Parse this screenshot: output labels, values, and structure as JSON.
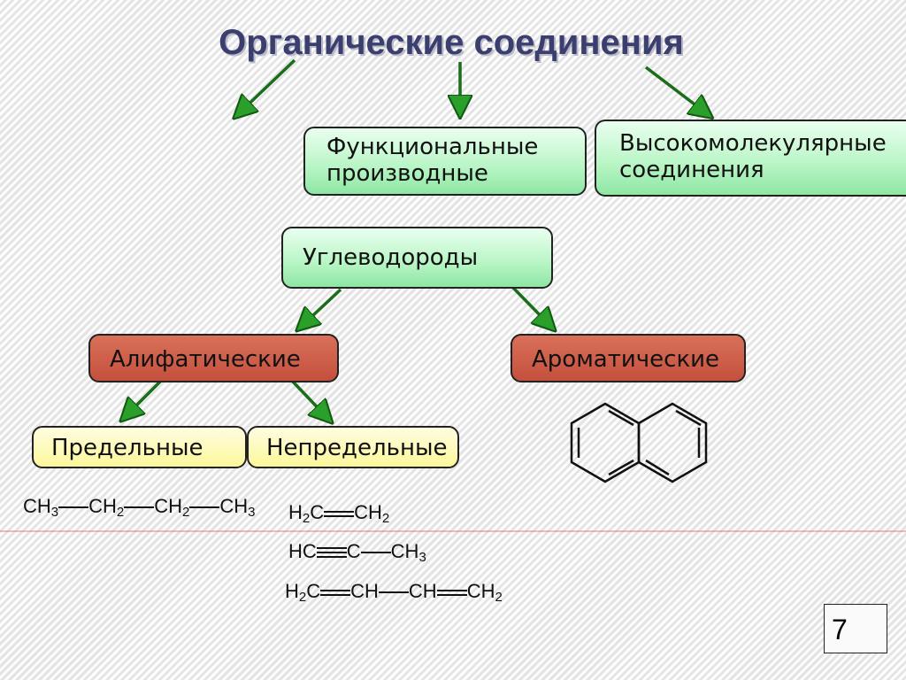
{
  "slide": {
    "title": "Органические соединения",
    "nodes": {
      "functional_line1": "Функциональные",
      "functional_line2": "производные",
      "macro_line1": "Высокомолекулярные",
      "macro_line2": "соединения",
      "hydrocarbons": "Углеводороды",
      "aliphatic": "Алифатические",
      "aromatic": "Ароматические",
      "saturated": "Предельные",
      "unsaturated": "Непредельные"
    },
    "formulas": {
      "butane": [
        {
          "t": "CH"
        },
        {
          "sub": "3"
        },
        {
          "bond": 1
        },
        {
          "t": "CH"
        },
        {
          "sub": "2"
        },
        {
          "bond": 1
        },
        {
          "t": "CH"
        },
        {
          "sub": "2"
        },
        {
          "bond": 1
        },
        {
          "t": "CH"
        },
        {
          "sub": "3"
        }
      ],
      "ethene": [
        {
          "t": "H"
        },
        {
          "sub": "2"
        },
        {
          "t": "C"
        },
        {
          "bond": 2
        },
        {
          "t": "CH"
        },
        {
          "sub": "2"
        }
      ],
      "propyne": [
        {
          "t": "HC"
        },
        {
          "bond": 3
        },
        {
          "t": "C"
        },
        {
          "bond": 1
        },
        {
          "t": "CH"
        },
        {
          "sub": "3"
        }
      ],
      "butadiene": [
        {
          "t": "H"
        },
        {
          "sub": "2"
        },
        {
          "t": "C"
        },
        {
          "bond": 2
        },
        {
          "t": "CH"
        },
        {
          "bond": 1
        },
        {
          "t": "CH"
        },
        {
          "bond": 2
        },
        {
          "t": "CH"
        },
        {
          "sub": "2"
        }
      ]
    },
    "page_number": "7",
    "colors": {
      "green_box": "#b7f5c4",
      "red_box": "#c4503c",
      "yellow_box": "#fbf89b",
      "arrow": "#1f8a1f",
      "title": "#3a3f6e",
      "divider": "#e07a7a"
    }
  }
}
